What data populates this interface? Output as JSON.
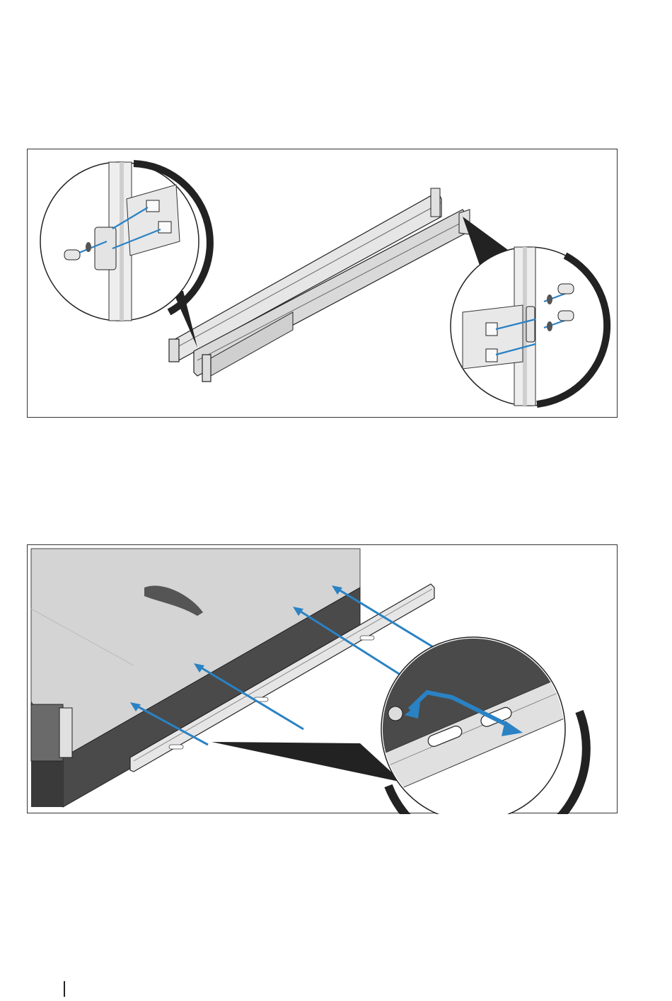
{
  "figures": [
    {
      "id": "figure-1",
      "subject": "rail-attachment-to-rack-posts"
    },
    {
      "id": "figure-2",
      "subject": "inner-rail-attachment-to-system"
    }
  ],
  "colors": {
    "arrow": "#2a82c4",
    "metal": "#c8c8c8",
    "metal_dark": "#8a8a8a",
    "outline": "#222222",
    "chassis_dark": "#4a4a4a",
    "chassis_top": "#d4d4d4"
  },
  "icons": [
    "screw-icon",
    "washer-icon",
    "arrow-icon"
  ]
}
